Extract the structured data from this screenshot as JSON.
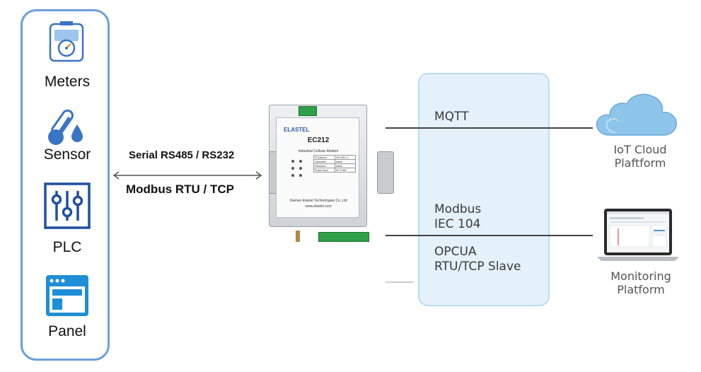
{
  "devices": {
    "meters_label": "Meters",
    "sensor_label": "Sensor",
    "plc_label": "PLC",
    "panel_label": "Panel"
  },
  "connection": {
    "serial_label": "Serial RS485 / RS232",
    "modbus_label": "Modbus RTU / TCP"
  },
  "gateway": {
    "brand": "ELASTEL",
    "model": "EC212",
    "subtitle": "Industrial Cellular Modem",
    "company": "Xiamen Elastel Technologies Co.,Ltd",
    "website": "www.elastel.com",
    "spec_rows": [
      [
        "IP Address",
        "192.168.1.1"
      ],
      [
        "Username",
        "admin"
      ],
      [
        "Password",
        "admin"
      ],
      [
        "Power Input",
        "DC 9-36V"
      ]
    ]
  },
  "protocols": {
    "mqtt": "MQTT",
    "modbus_line1": "Modbus",
    "modbus_line2": "IEC 104",
    "opcua_line1": "OPCUA",
    "opcua_line2": "RTU/TCP Slave"
  },
  "platforms": {
    "cloud_line1": "IoT Cloud",
    "cloud_line2": "Plaftform",
    "monitor_line1": "Monitoring",
    "monitor_line2": "Platform"
  },
  "colors": {
    "panel_border": "#6c9fd8",
    "icon_blue": "#3a74c4",
    "protocol_box_fill": "#e4f1fb",
    "cloud_blue": "#8ec5ea"
  },
  "icons": [
    "meter-icon",
    "thermometer-icon",
    "plc-sliders-icon",
    "panel-window-icon",
    "cloud-icon",
    "laptop-icon"
  ]
}
